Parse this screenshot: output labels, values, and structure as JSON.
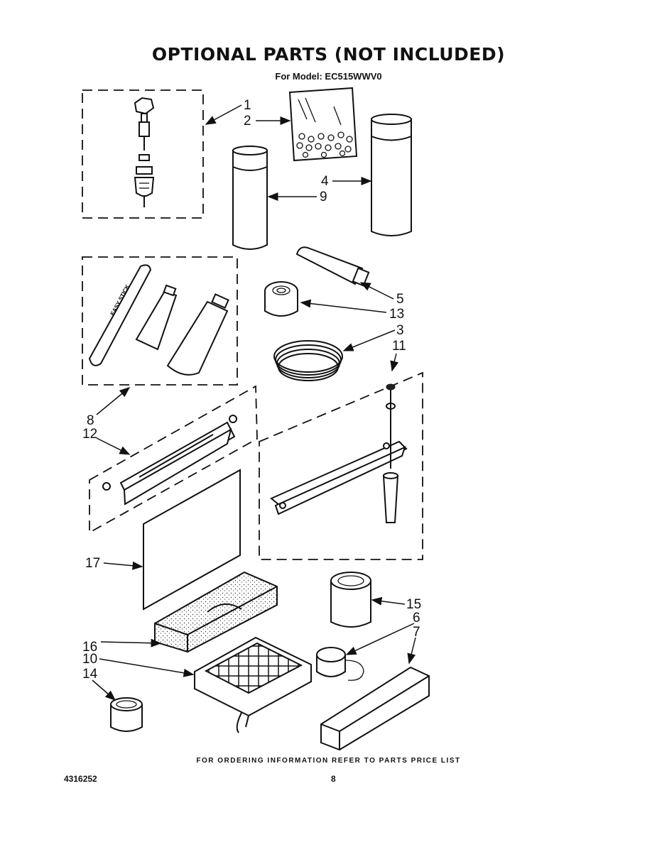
{
  "header": {
    "title": "OPTIONAL PARTS (NOT INCLUDED)",
    "subtitle": "For Model: EC515WWV0"
  },
  "callouts": [
    "1",
    "2",
    "9",
    "4",
    "5",
    "13",
    "3",
    "11",
    "8",
    "12",
    "17",
    "15",
    "6",
    "7",
    "16",
    "10",
    "14"
  ],
  "footer": {
    "note": "FOR ORDERING INFORMATION REFER TO PARTS PRICE LIST",
    "doc_number": "4316252",
    "page_number": "8"
  }
}
